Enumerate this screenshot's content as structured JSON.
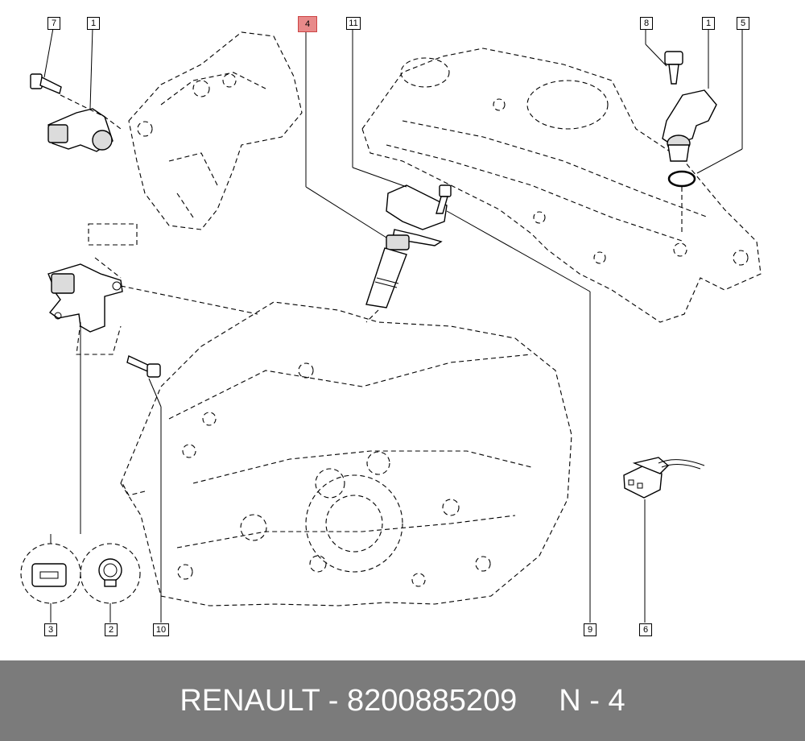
{
  "callouts": {
    "c7_top": "7",
    "c1_left": "1",
    "c4": "4",
    "c11": "11",
    "c8": "8",
    "c1_right": "1",
    "c5": "5",
    "c3": "3",
    "c2": "2",
    "c10": "10",
    "c9": "9",
    "c6": "6"
  },
  "highlight_color": "#e88a8a",
  "footer": {
    "brand_part": "RENAULT - 8200885209",
    "ref": "N - 4"
  }
}
